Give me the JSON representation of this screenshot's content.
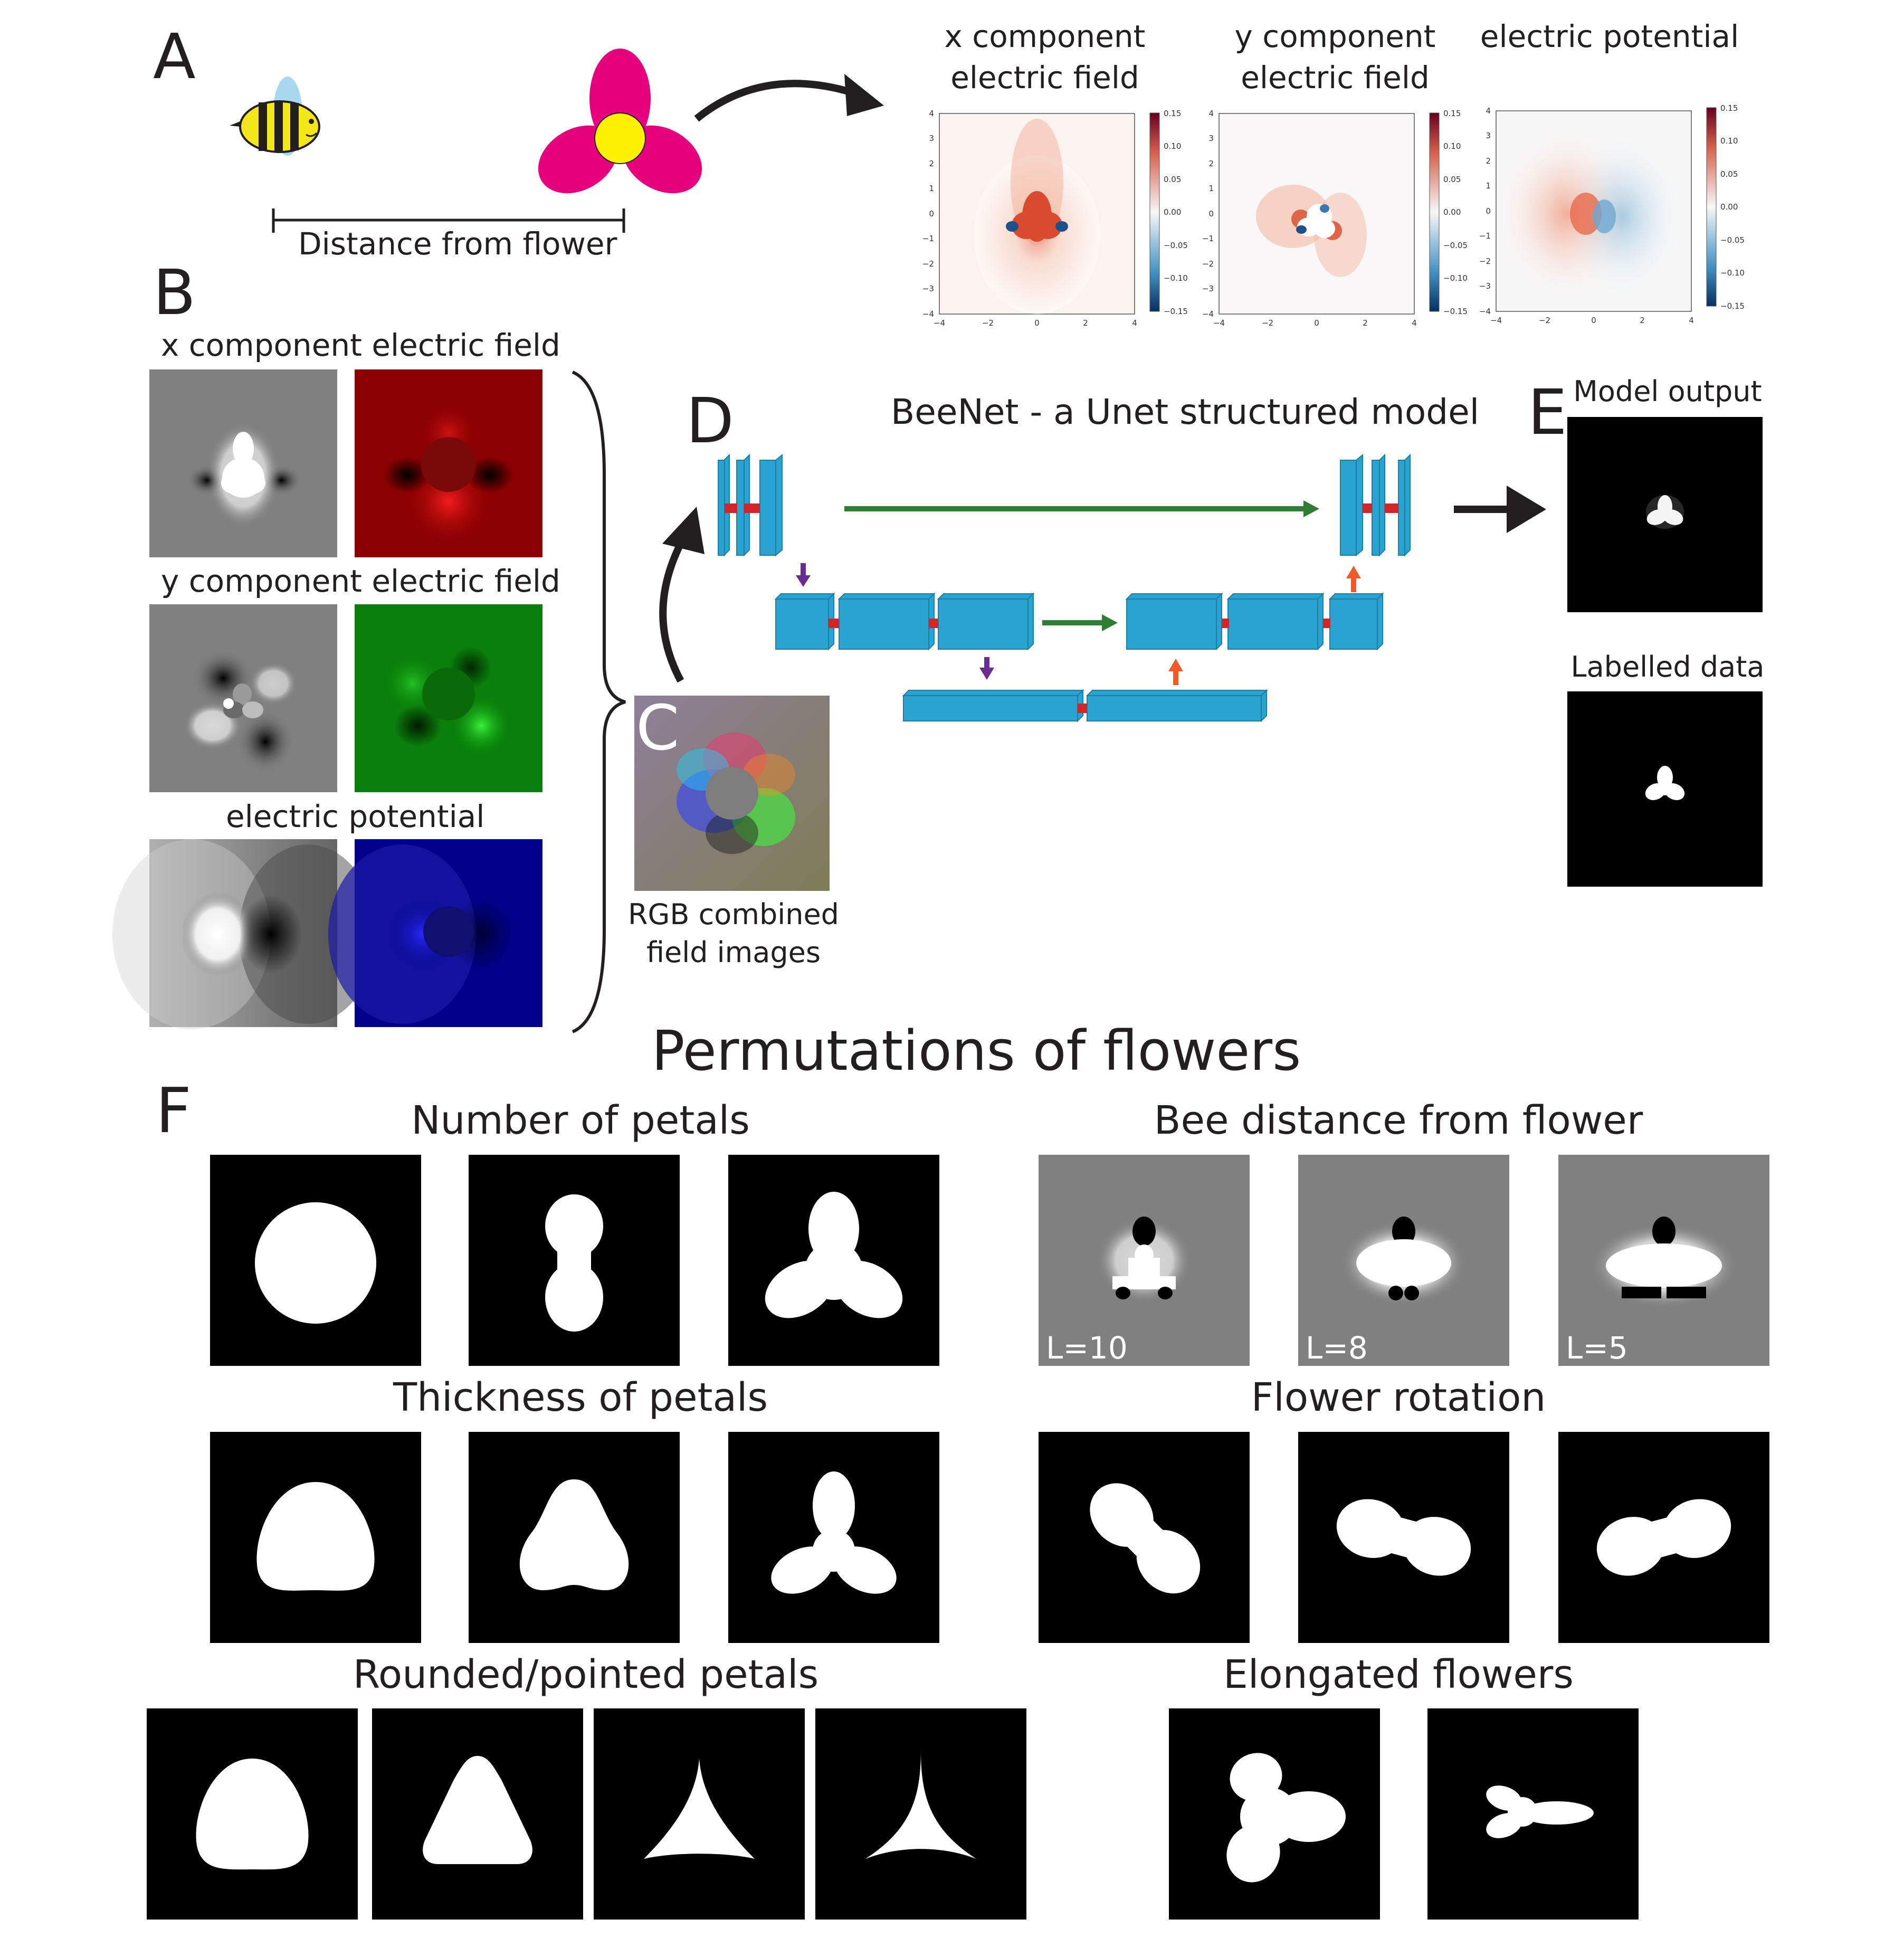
{
  "panel_letters": {
    "a": "A",
    "b": "B",
    "c": "C",
    "d": "D",
    "e": "E",
    "f": "F"
  },
  "panel_a": {
    "distance_label": "Distance from flower",
    "plots": [
      {
        "title_line1": "x component",
        "title_line2": "electric field"
      },
      {
        "title_line1": "y component",
        "title_line2": "electric field"
      },
      {
        "title_line1": "electric potential",
        "title_line2": ""
      }
    ],
    "axis_ticks": [
      "4",
      "3",
      "2",
      "1",
      "0",
      "−1",
      "−2",
      "−3",
      "−4"
    ],
    "x_ticks": [
      "−4",
      "−2",
      "0",
      "2",
      "4"
    ],
    "colorbar_ticks": [
      "0.15",
      "0.10",
      "0.05",
      "0.00",
      "−0.05",
      "−0.10",
      "−0.15"
    ],
    "colors": {
      "petal": "#e6007e",
      "center": "#fff200",
      "bee_yellow": "#f5e61a",
      "bee_wing": "#a8d8f0"
    }
  },
  "panel_b": {
    "x_label": "x component electric field",
    "y_label": "y component electric field",
    "p_label": "electric potential"
  },
  "panel_c": {
    "label_line1": "RGB combined",
    "label_line2": "field images"
  },
  "panel_d": {
    "title": "BeeNet - a Unet structured model",
    "colors": {
      "block": "#2aa3d0",
      "skip": "#2e7d32",
      "down": "#6a2c91",
      "up": "#f05a28",
      "link": "#d0262a"
    }
  },
  "panel_e": {
    "model_output": "Model output",
    "labelled_data": "Labelled data"
  },
  "panel_f": {
    "title": "Permutations of flowers",
    "number_of_petals": "Number of petals",
    "bee_distance": "Bee distance from flower",
    "bee_distance_labels": [
      "L=10",
      "L=8",
      "L=5"
    ],
    "thickness": "Thickness of petals",
    "rotation": "Flower rotation",
    "rounded": "Rounded/pointed petals",
    "elongated": "Elongated flowers"
  }
}
